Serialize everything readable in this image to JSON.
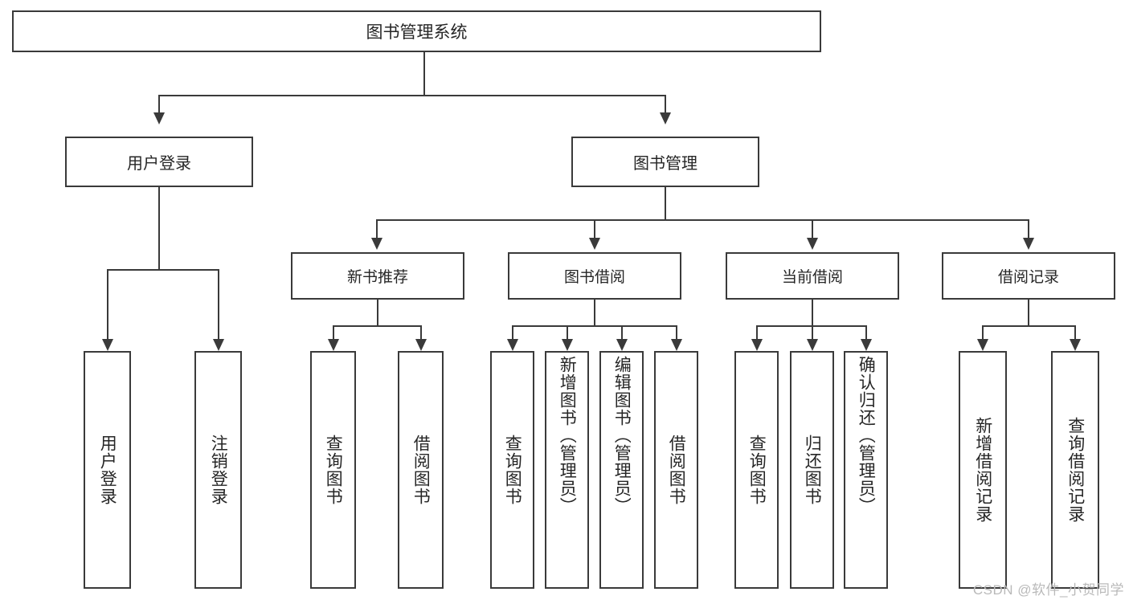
{
  "diagram": {
    "title": "图书管理系统",
    "type": "tree-hierarchy",
    "root": {
      "id": "root",
      "label": "图书管理系统"
    },
    "level2": [
      {
        "id": "user-login",
        "label": "用户登录"
      },
      {
        "id": "book-manage",
        "label": "图书管理"
      }
    ],
    "level3": [
      {
        "id": "new-book-recommend",
        "label": "新书推荐",
        "parent": "book-manage"
      },
      {
        "id": "book-borrow",
        "label": "图书借阅",
        "parent": "book-manage"
      },
      {
        "id": "current-borrow",
        "label": "当前借阅",
        "parent": "book-manage"
      },
      {
        "id": "borrow-record",
        "label": "借阅记录",
        "parent": "book-manage"
      }
    ],
    "leaves": [
      {
        "id": "leaf-user-login",
        "label": "用户登录",
        "parent": "user-login"
      },
      {
        "id": "leaf-user-logout",
        "label": "注销登录",
        "parent": "user-login"
      },
      {
        "id": "leaf-query-book-1",
        "label": "查询图书",
        "parent": "new-book-recommend"
      },
      {
        "id": "leaf-borrow-book-1",
        "label": "借阅图书",
        "parent": "new-book-recommend"
      },
      {
        "id": "leaf-query-book-2",
        "label": "查询图书",
        "parent": "book-borrow"
      },
      {
        "id": "leaf-add-book",
        "label": "新增图书（管理员）",
        "parent": "book-borrow"
      },
      {
        "id": "leaf-edit-book",
        "label": "编辑图书（管理员）",
        "parent": "book-borrow"
      },
      {
        "id": "leaf-borrow-book-2",
        "label": "借阅图书",
        "parent": "book-borrow"
      },
      {
        "id": "leaf-query-book-3",
        "label": "查询图书",
        "parent": "current-borrow"
      },
      {
        "id": "leaf-return-book",
        "label": "归还图书",
        "parent": "current-borrow"
      },
      {
        "id": "leaf-confirm-return",
        "label": "确认归还（管理员）",
        "parent": "current-borrow"
      },
      {
        "id": "leaf-add-record",
        "label": "新增借阅记录",
        "parent": "borrow-record"
      },
      {
        "id": "leaf-query-record",
        "label": "查询借阅记录",
        "parent": "borrow-record"
      }
    ],
    "colors": {
      "stroke": "#3a3a3a",
      "text": "#262626",
      "background": "#ffffff",
      "watermark": "#b9b9b9"
    }
  },
  "watermark": {
    "text": "CSDN @软件_小贺同学"
  }
}
